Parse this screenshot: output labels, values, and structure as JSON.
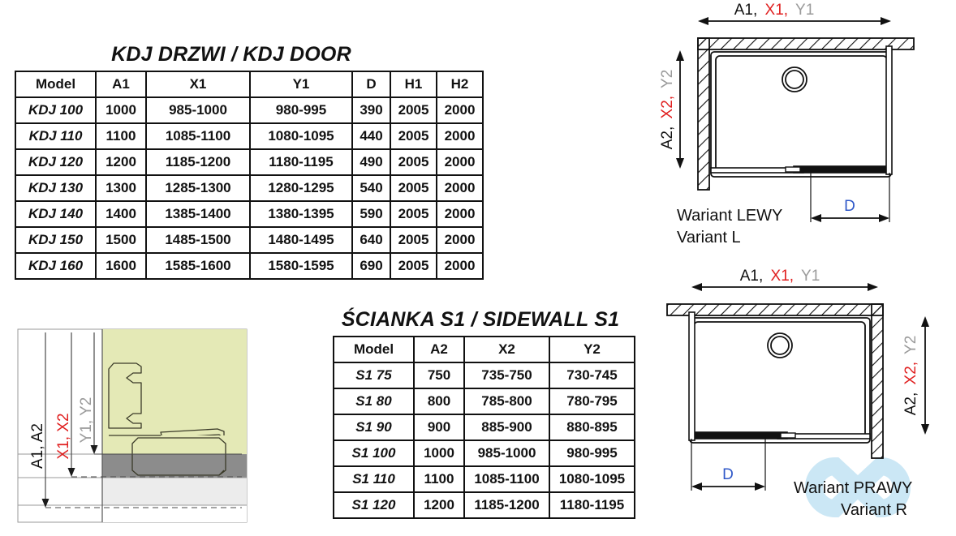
{
  "page": {
    "background": "#ffffff",
    "accent_red": "#e02020",
    "accent_grey": "#9b9b9b",
    "accent_blue": "#2f58c8",
    "watermark_color": "#cbe7f5",
    "profile_fill": "#e4e9b6",
    "tray_grey": "#8c8c8c",
    "floor_grey": "#ececec"
  },
  "door_table": {
    "title": "KDJ DRZWI / KDJ DOOR",
    "headers": [
      {
        "label": "Model",
        "color": "black"
      },
      {
        "label": "A1",
        "color": "black"
      },
      {
        "label": "X1",
        "color": "red"
      },
      {
        "label": "Y1",
        "color": "grey"
      },
      {
        "label": "D",
        "color": "blue"
      },
      {
        "label": "H1",
        "color": "black"
      },
      {
        "label": "H2",
        "color": "black"
      }
    ],
    "rows": [
      [
        "KDJ 100",
        "1000",
        "985-1000",
        "980-995",
        "390",
        "2005",
        "2000"
      ],
      [
        "KDJ 110",
        "1100",
        "1085-1100",
        "1080-1095",
        "440",
        "2005",
        "2000"
      ],
      [
        "KDJ 120",
        "1200",
        "1185-1200",
        "1180-1195",
        "490",
        "2005",
        "2000"
      ],
      [
        "KDJ 130",
        "1300",
        "1285-1300",
        "1280-1295",
        "540",
        "2005",
        "2000"
      ],
      [
        "KDJ 140",
        "1400",
        "1385-1400",
        "1380-1395",
        "590",
        "2005",
        "2000"
      ],
      [
        "KDJ 150",
        "1500",
        "1485-1500",
        "1480-1495",
        "640",
        "2005",
        "2000"
      ],
      [
        "KDJ 160",
        "1600",
        "1585-1600",
        "1580-1595",
        "690",
        "2005",
        "2000"
      ]
    ]
  },
  "sidewall_table": {
    "title": "ŚCIANKA S1 / SIDEWALL S1",
    "headers": [
      {
        "label": "Model",
        "color": "black"
      },
      {
        "label": "A2",
        "color": "black"
      },
      {
        "label": "X2",
        "color": "red"
      },
      {
        "label": "Y2",
        "color": "grey"
      }
    ],
    "rows": [
      [
        "S1 75",
        "750",
        "735-750",
        "730-745"
      ],
      [
        "S1 80",
        "800",
        "785-800",
        "780-795"
      ],
      [
        "S1 90",
        "900",
        "885-900",
        "880-895"
      ],
      [
        "S1 100",
        "1000",
        "985-1000",
        "980-995"
      ],
      [
        "S1 110",
        "1100",
        "1085-1100",
        "1080-1095"
      ],
      [
        "S1 120",
        "1200",
        "1185-1200",
        "1180-1195"
      ]
    ]
  },
  "section_drawing": {
    "labels": {
      "a": "A1, A2",
      "x": "X1, X2",
      "y": "Y1, Y2"
    }
  },
  "variant_left": {
    "top_dim": {
      "a": "A1,",
      "x": "X1,",
      "y": "Y1"
    },
    "side_dim": {
      "a": "A2,",
      "x": "X2,",
      "y": "Y2"
    },
    "depth_dim": "D",
    "caption_pl": "Wariant LEWY",
    "caption_en": "Variant L"
  },
  "variant_right": {
    "top_dim": {
      "a": "A1,",
      "x": "X1,",
      "y": "Y1"
    },
    "side_dim": {
      "a": "A2,",
      "x": "X2,",
      "y": "Y2"
    },
    "depth_dim": "D",
    "caption_pl": "Wariant PRAWY",
    "caption_en": "Variant R"
  }
}
